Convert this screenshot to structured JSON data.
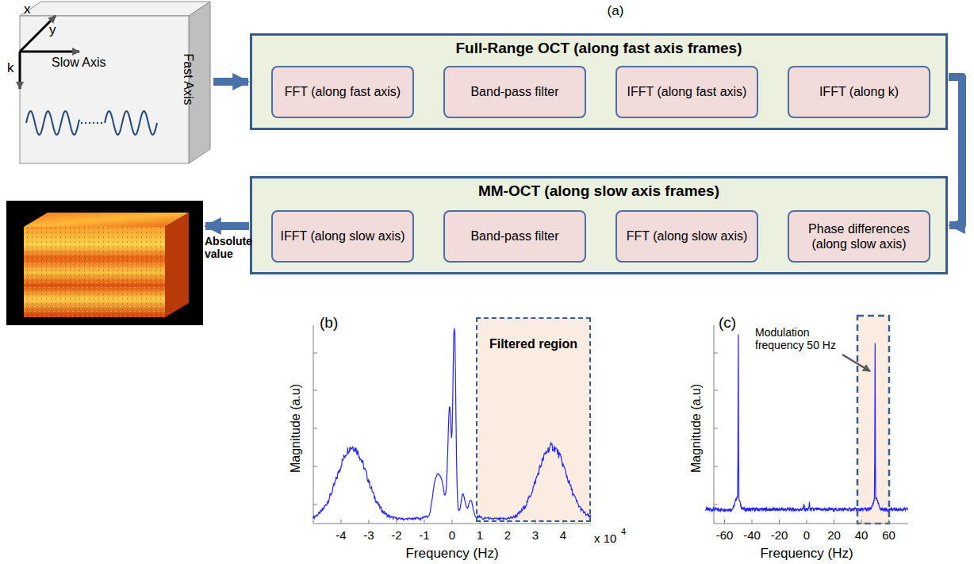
{
  "diagram": {
    "nodes": [
      {
        "text": [
          "Slow Axis",
          "Fast Axis"
        ]
      },
      {
        "text": [
          "Full-Range OCT (along fast axis frames)"
        ]
      },
      {
        "text": [
          "FFT (along fast axis)"
        ],
        "in": 1
      },
      {
        "text": [
          "Band-pass filter"
        ],
        "in": 1
      },
      {
        "text": [
          "IFFT (along fast axis)"
        ],
        "in": 1
      },
      {
        "text": [
          "IFFT (along k)"
        ],
        "in": 1
      },
      {
        "text": [
          "MM-OCT (along slow axis frames)"
        ]
      },
      {
        "text": [
          "IFFT (along slow axis)"
        ],
        "in": 6
      },
      {
        "text": [
          "Band-pass filter"
        ],
        "in": 6
      },
      {
        "text": [
          "FFT (along slow axis)"
        ],
        "in": 6
      },
      {
        "text": [
          "Phase differences (along slow axis)"
        ],
        "in": 6
      },
      {
        "text": [
          "Filtered region"
        ]
      }
    ],
    "edges": [
      {
        "from": 0,
        "to": 1,
        "arrow": "to"
      },
      {
        "from": 2,
        "to": 3,
        "arrow": "to"
      },
      {
        "from": 3,
        "to": 4,
        "arrow": "to"
      },
      {
        "from": 4,
        "to": 5,
        "arrow": "to"
      },
      {
        "from": 1,
        "to": 6,
        "arrow": "to"
      },
      {
        "from": 10,
        "to": 9,
        "arrow": "to"
      },
      {
        "from": 9,
        "to": 8,
        "arrow": "to"
      },
      {
        "from": 8,
        "to": 7,
        "arrow": "to"
      }
    ],
    "labels": [
      "(a)",
      "x",
      "y",
      "k",
      "Absolute value",
      "(b)",
      "Magnitude (a.u)",
      "-4",
      "-3",
      "-2",
      "-1",
      "0",
      "1",
      "2",
      "3",
      "4",
      "Frequency (Hz)",
      "x 10",
      "4",
      "(c)",
      "Magnitude (a.u)",
      "Modulation frequency 50 Hz",
      "-60",
      "-40",
      "-20",
      "0",
      "20",
      "40",
      "60",
      "Frequency (Hz)"
    ]
  }
}
